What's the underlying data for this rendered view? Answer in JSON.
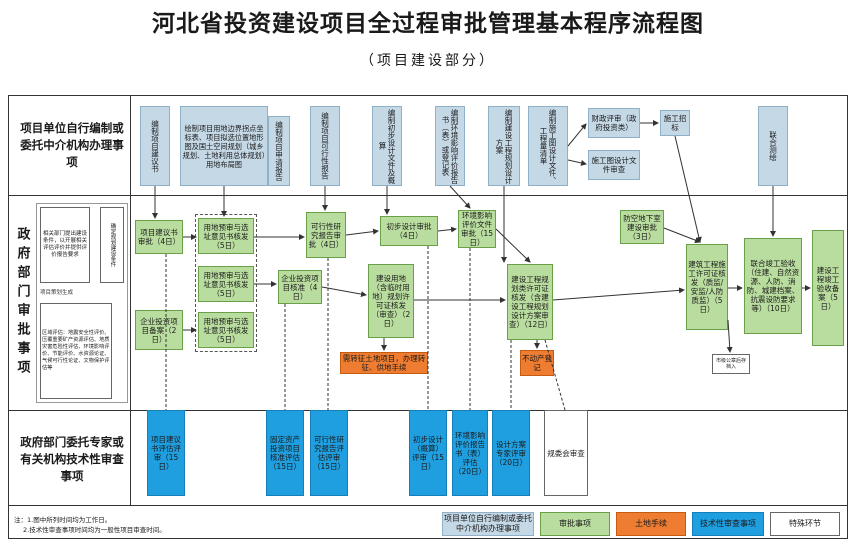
{
  "title": "河北省投资建设项目全过程审批管理基本程序流程图",
  "subtitle": "（项目建设部分）",
  "rows": {
    "row1": "项目单位自行编制或委托中介机构办理事项",
    "row2": "政府部门审批事项",
    "row3": "政府部门委托专家或有关机构技术性审查事项"
  },
  "top": {
    "b1": "编制项目建议书",
    "b2": "绘制项目用地边界拐点坐标表、项目拟选位置地形图及国土空间规划（城乡规划、土地利用总体规划）用地布局图",
    "b3": "编制项目申请报告",
    "b4": "编制项目可行性报告",
    "b5": "编制初步设计文件及概算",
    "b6": "编制环境影响评价报告书（表）或登记表",
    "b7": "编制建设工程规划设计方案",
    "b8": "编制施工图设计文件、工程量清单",
    "b9": "财政评审（政府投资类）",
    "b10": "施工招标",
    "b11": "施工图设计文件审查",
    "b12": "联合测绘"
  },
  "mid": {
    "m1": "项目建议书审批（4日）",
    "m2": "企业投资项目备案（2日）",
    "m3a": "用地预审与选址意见书核发（5日）",
    "m3b": "用地预审与选址意见书核发（5日）",
    "m3c": "用地预审与选址意见书核发（5日）",
    "m4": "可行性研究报告审批（4日）",
    "m5": "企业投资项目核准（4日）",
    "m6": "初步设计审批（4日）",
    "m7": "建设用地（含临时用地）规划许可证核发（审查）（2日）",
    "m8": "环境影响评价文件审批（15日）",
    "m9": "建设工程规划类许可证核发（含建设工程规划设计方案审查）（12日）",
    "m10": "防空地下室建设审批（3日）",
    "m11": "建筑工程施工许可证核发（质监/安监/人防质监）（5日）",
    "m12": "联合竣工验收（住建、自然资源、人防、消防、城建档案、抗震设防要求等）（10日）",
    "m13": "建设工程竣工验收备案（5日）",
    "o1": "需转征土地项目，办理转征、供地手续",
    "o2": "不动产登记",
    "small1": "相关部门提出建设条件，以开展相关评估评价并提供评价报告要求",
    "small2": "项目策划生成",
    "small3": "区域评估：地震安全性评价、压覆重要矿产资源评估、地质灾害危险性评估、环境影响评价、节能评价、水资源论证、气候可行性论证、文物保护评估等",
    "small4": "确定规划建设条件",
    "small5": "市级公章后存档入"
  },
  "bottom": {
    "c1": "项目建议书评估评审（15日）",
    "c2": "固定资产投资项目核准评估（15日）",
    "c3": "可行性研究报告评估评审（15日）",
    "c4": "初步设计（概算）评审（15日）",
    "c5": "环境影响评价报告书（表）评估（20日）",
    "c6": "设计方案专家评审（20日）",
    "c7": "规委会审查"
  },
  "notes": {
    "n1": "注：1.图中所列时间均为工作日。",
    "n2": "2.技术性审查事项时间均为一般性项目审查时间。"
  },
  "legend": {
    "l1": "项目单位自行编制或委托中介机构办理事项",
    "l2": "审批事项",
    "l3": "土地手续",
    "l4": "技术性审查事项",
    "l5": "特殊环节"
  },
  "colors": {
    "self": "#c5d8e6",
    "approval": "#b9dd9f",
    "land": "#ee7d31",
    "technical": "#1f9fe0",
    "special": "#ffffff"
  }
}
